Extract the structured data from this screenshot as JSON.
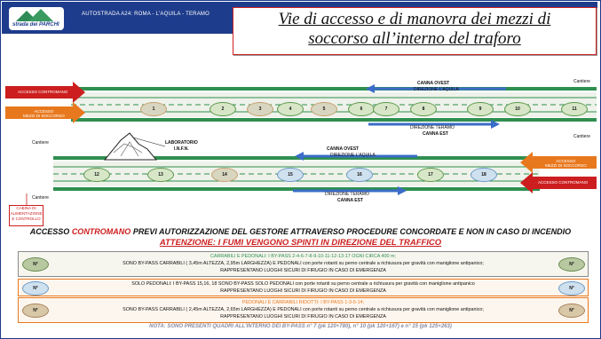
{
  "header": {
    "logo_text": "strada dei PARCHI",
    "route": "AUTOSTRADA A24: ROMA - L'AQUILA - TERAMO",
    "title_line1": "Vie di accesso e di manovra dei mezzi di",
    "title_line2": "soccorso all’interno del traforo"
  },
  "colors": {
    "brand_blue": "#1e3c8c",
    "red": "#cc1e1e",
    "orange": "#e8781e",
    "road_green": "#2f8f4f",
    "arrow_blue": "#3a6cc8"
  },
  "top_tunnel": {
    "canna_ovest": "CANNA OVEST",
    "dir_ovest": "DIREZIONE L'AQUILA",
    "canna_est": "CANNA EST",
    "dir_est": "DIREZIONE TERAMO",
    "left_red": "ACCESSO CONTROMANO",
    "left_orange_1": "ACCESSO",
    "left_orange_2": "MEZZI DI SOCCORSO",
    "cantiere_1": "Cantiere",
    "cantiere_2": "Cantiere",
    "bypass": [
      "1",
      "2",
      "3",
      "4",
      "5",
      "6",
      "7",
      "8",
      "9",
      "10",
      "11"
    ]
  },
  "bottom_tunnel": {
    "lab_1": "LABORATORIO",
    "lab_2": "I.N.F.N.",
    "canna_ovest": "CANNA OVEST",
    "dir_ovest": "DIREZIONE L'AQUILA",
    "canna_est": "CANNA EST",
    "dir_est": "DIREZIONE TERAMO",
    "right_orange_1": "ACCESSO",
    "right_orange_2": "MEZZI DI SOCCORSO",
    "right_red": "ACCESSO CONTROMANO",
    "cabina": "CABINA DI ALIMENTAZIONE E CONTROLLO",
    "cantiere_1": "Cantiere",
    "cantiere_2": "Cantiere",
    "bypass": [
      "12",
      "13",
      "14",
      "15",
      "16",
      "17",
      "18"
    ]
  },
  "access_line": {
    "p1": "ACCESSO ",
    "p2": "CONTROMANO",
    "p3": " PREVI AUTORIZZAZIONE DEL GESTORE ATTRAVERSO PROCEDURE CONCORDATE E NON IN CASO DI INCENDIO"
  },
  "warning": "ATTENZIONE: I FUMI VENGONO SPINTI IN DIREZIONE DEL TRAFFICO",
  "panels": [
    {
      "oval": "N°",
      "head": "CARRABILI E PEDONALI: I BY-PASS 2-4-6-7-8-9-10-11-12-13-17 OGNI CIRCA 400 m;",
      "body1": "SONO BY-PASS CARRABILI ( 3,45m ALTEZZA, 2,95m LARGHEZZA) E PEDONALI con porte rotanti su perno centrale a richiusura per gravità con maniglione antipanico;",
      "body2": "RAPPRESENTANO LUOGHI SICURI DI FIRUGIO IN CASO DI EMERGENZA"
    },
    {
      "oval": "N°",
      "head": "SOLO PEDONALI: I BY-PASS 15,16, 18 SONO BY-PASS SOLO PEDONALI con porte rotanti su perno centrale a richiusura per gravità con maniglione antipanico",
      "body1": "RAPPRESENTANO LUOGHI SICURI DI FIRUGIO IN CASO DI EMERGENZA",
      "body2": ""
    },
    {
      "oval": "N°",
      "head": "PEDONALI E CARRABILI RIDOTTI: I BY-PASS 1-3-5-14;",
      "body1": "SONO BY-PASS CARRABILI ( 2,45m ALTEZZA, 2,65m LARGHEZZA) E PEDONALI con porte rotanti su perno centrale a richiusura per gravità con maniglione antipanico;",
      "body2": "RAPPRESENTANO LUOGHI SICURI DI FIRUGIO IN CASO DI EMERGENZA"
    }
  ],
  "note": "NOTA: SONO PRESENTI QUADRI ALL'INTERNO DEI BY-PASS n° 7 (pk 120+780), n° 10 (pk 120+167) e n° 15 (pk 125+263)"
}
